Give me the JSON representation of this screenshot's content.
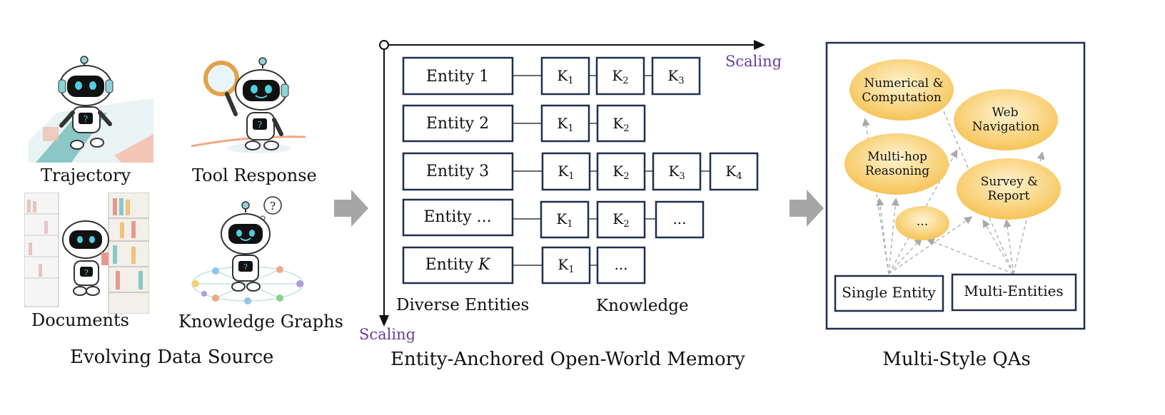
{
  "sources": {
    "items": [
      "Trajectory",
      "Tool Response",
      "Documents",
      "Knowledge Graphs"
    ],
    "caption": "Evolving Data Source"
  },
  "memory": {
    "entities": [
      "Entity 1",
      "Entity 2",
      "Entity 3",
      "Entity ...",
      "Entity K"
    ],
    "knowledge_rows": [
      [
        "K1",
        "K2",
        "K3"
      ],
      [
        "K1",
        "K2"
      ],
      [
        "K1",
        "K2",
        "K3",
        "K4"
      ],
      [
        "K1",
        "K2",
        "..."
      ],
      [
        "K1",
        "..."
      ]
    ],
    "scaling_x": "Scaling",
    "scaling_y": "Scaling",
    "entities_label": "Diverse Entities",
    "knowledge_label": "Knowledge",
    "caption": "Entity-Anchored Open-World Memory"
  },
  "qas": {
    "bubbles": [
      [
        "Numerical &",
        "Computation"
      ],
      [
        "Web",
        "Navigation"
      ],
      [
        "Multi-hop",
        "Reasoning"
      ],
      [
        "Survey &",
        "Report"
      ],
      [
        "..."
      ]
    ],
    "single": "Single Entity",
    "multi": "Multi-Entities",
    "caption": "Multi-Style QAs"
  },
  "colors": {
    "scaling": "#6a3d9a",
    "arrow": "#a6a6a6",
    "box_border": "#1f2f4f",
    "bubble": "#f7c95c"
  },
  "icons": [
    "robot-icon",
    "magnifier-icon",
    "question-bubble-icon",
    "bookshelf-icon",
    "knowledge-graph-icon"
  ]
}
